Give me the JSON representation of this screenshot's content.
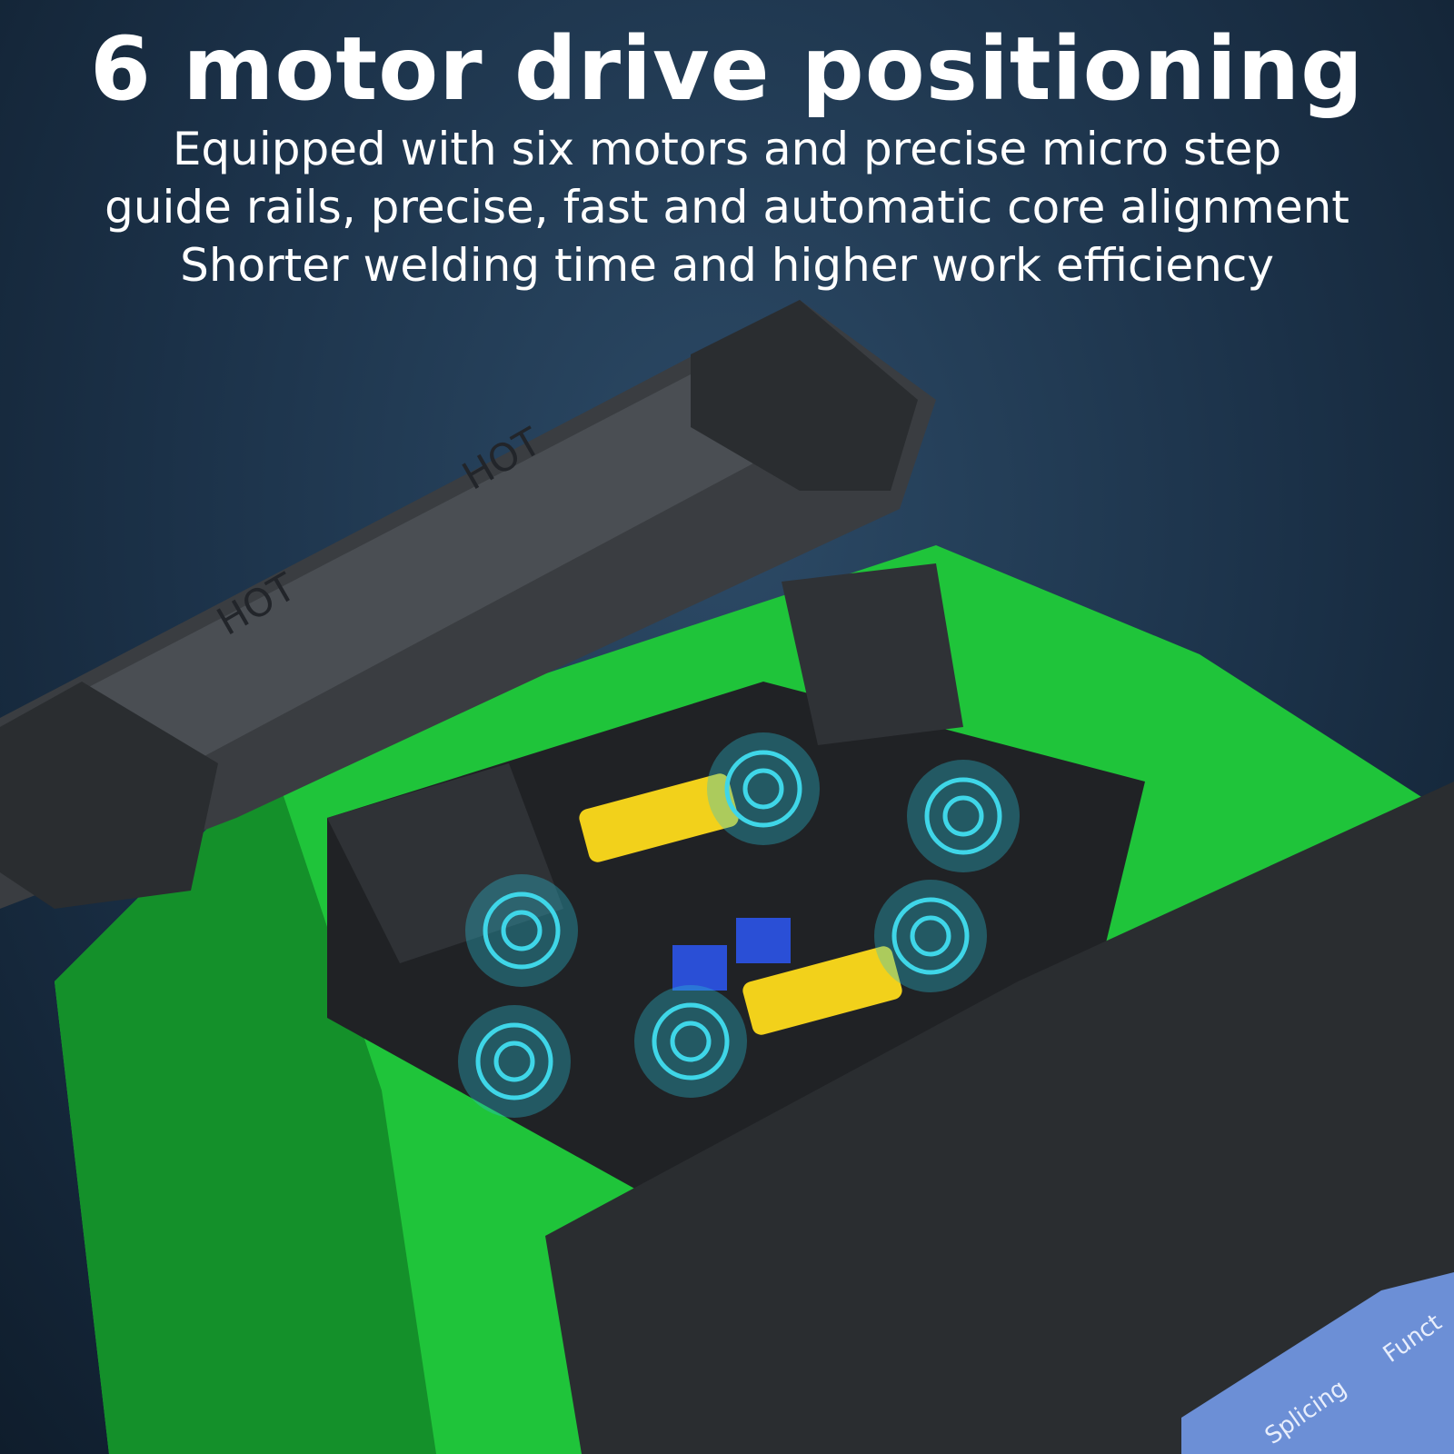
{
  "headline": "6 motor drive positioning",
  "description": [
    "Equipped with six motors and precise micro step",
    "guide rails, precise, fast and automatic core alignment",
    "Shorter welding time and higher work efficiency"
  ],
  "device_markings": {
    "hot_label_left": "HOT",
    "hot_label_right": "HOT",
    "screen_text_1": "Splicing",
    "screen_text_2": "Funct"
  },
  "colors": {
    "background": "#1b3148",
    "body_green": "#1fc43a",
    "shell_dark": "#2a2d30",
    "pulse": "#3fd6e8",
    "warning_yellow": "#f2d11b"
  },
  "motor_indicators": {
    "count": 6
  }
}
